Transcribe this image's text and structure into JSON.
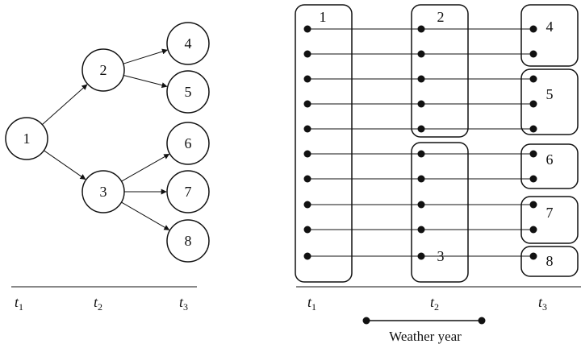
{
  "tree": {
    "nodes": [
      {
        "id": "1",
        "label": "1"
      },
      {
        "id": "2",
        "label": "2"
      },
      {
        "id": "3",
        "label": "3"
      },
      {
        "id": "4",
        "label": "4"
      },
      {
        "id": "5",
        "label": "5"
      },
      {
        "id": "6",
        "label": "6"
      },
      {
        "id": "7",
        "label": "7"
      },
      {
        "id": "8",
        "label": "8"
      }
    ],
    "edges": [
      [
        "1",
        "2"
      ],
      [
        "1",
        "3"
      ],
      [
        "2",
        "4"
      ],
      [
        "2",
        "5"
      ],
      [
        "3",
        "6"
      ],
      [
        "3",
        "7"
      ],
      [
        "3",
        "8"
      ]
    ],
    "time_axis": [
      {
        "base": "t",
        "sub": "1"
      },
      {
        "base": "t",
        "sub": "2"
      },
      {
        "base": "t",
        "sub": "3"
      }
    ]
  },
  "grid": {
    "row_count": 10,
    "groups": [
      {
        "label": "1",
        "stage": "t1",
        "rows": [
          1,
          10
        ]
      },
      {
        "label": "2",
        "stage": "t2",
        "rows": [
          1,
          5
        ]
      },
      {
        "label": "3",
        "stage": "t2",
        "rows": [
          6,
          10
        ]
      },
      {
        "label": "4",
        "stage": "t3",
        "rows": [
          1,
          2
        ]
      },
      {
        "label": "5",
        "stage": "t3",
        "rows": [
          3,
          5
        ]
      },
      {
        "label": "6",
        "stage": "t3",
        "rows": [
          6,
          7
        ]
      },
      {
        "label": "7",
        "stage": "t3",
        "rows": [
          8,
          9
        ]
      },
      {
        "label": "8",
        "stage": "t3",
        "rows": [
          10,
          10
        ]
      }
    ],
    "time_axis": [
      {
        "base": "t",
        "sub": "1"
      },
      {
        "base": "t",
        "sub": "2"
      },
      {
        "base": "t",
        "sub": "3"
      }
    ]
  },
  "legend": {
    "label": "Weather year"
  }
}
